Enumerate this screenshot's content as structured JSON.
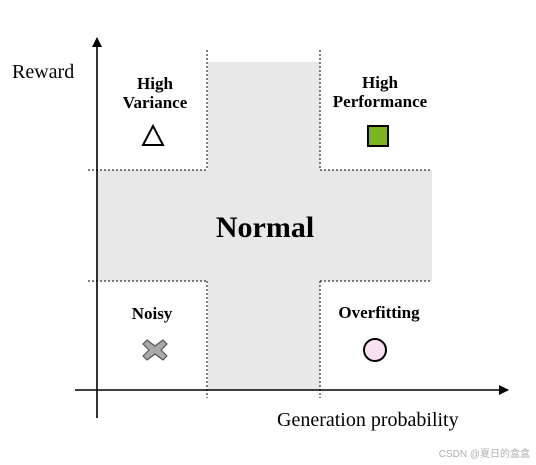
{
  "axes": {
    "y_label": "Reward",
    "x_label": "Generation probability"
  },
  "center": {
    "label": "Normal",
    "fill": "#e8e8e8"
  },
  "quadrants": {
    "top_left": {
      "line1": "High",
      "line2": "Variance",
      "icon": "triangle-icon"
    },
    "top_right": {
      "line1": "High",
      "line2": "Performance",
      "icon": "square-icon",
      "icon_color": "#7ab51d"
    },
    "bottom_left": {
      "label": "Noisy",
      "icon": "cross-icon",
      "icon_color": "#a9a9a9"
    },
    "bottom_right": {
      "label": "Overfitting",
      "icon": "circle-icon",
      "icon_color": "#f9e1f2"
    }
  },
  "watermark": "CSDN @夏日的盒盒"
}
